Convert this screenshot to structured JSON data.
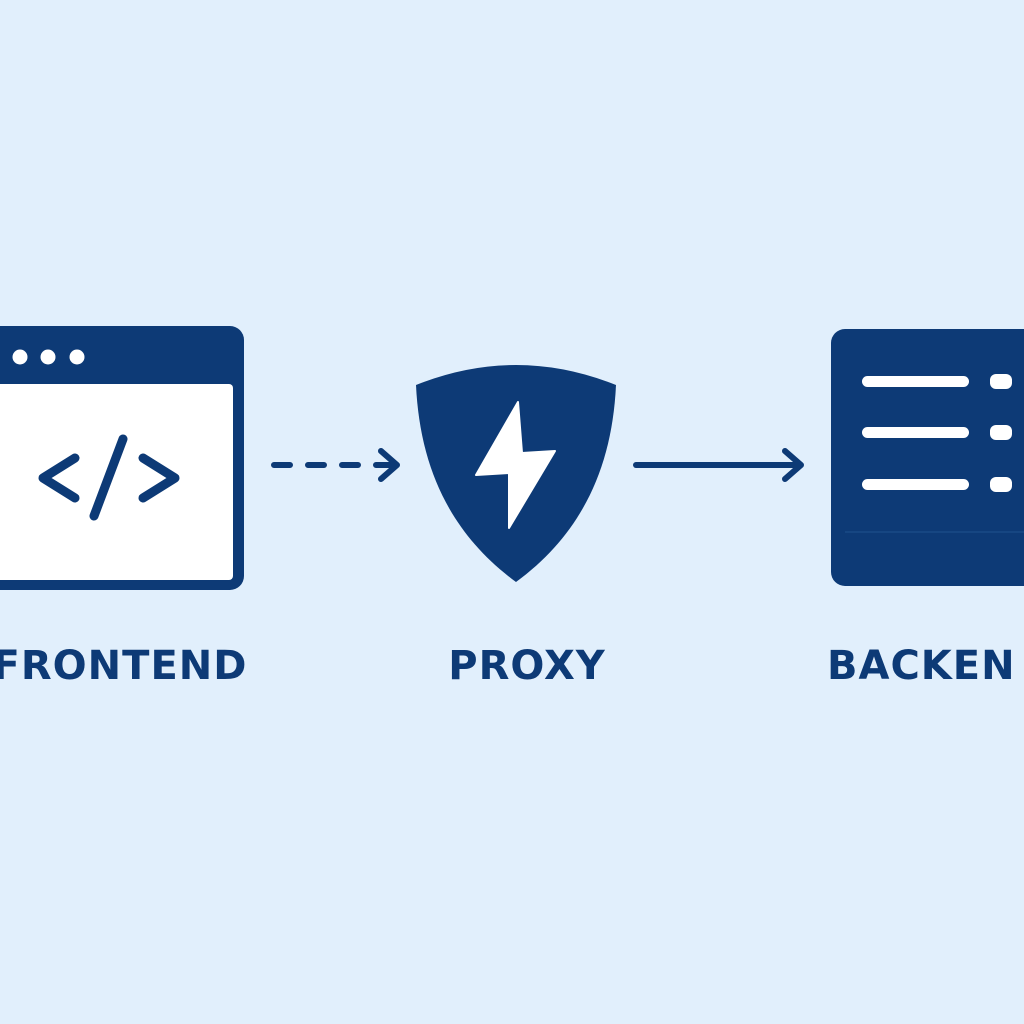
{
  "colors": {
    "background": "#e1effc",
    "primary": "#0d3a76",
    "window_body": "#ffffff"
  },
  "nodes": [
    {
      "id": "frontend",
      "label": "FRONTEND",
      "icon": "browser-code-icon"
    },
    {
      "id": "proxy",
      "label": "PROXY",
      "icon": "shield-lightning-icon"
    },
    {
      "id": "backend",
      "label": "BACKEN",
      "icon": "server-list-icon"
    }
  ],
  "edges": [
    {
      "from": "frontend",
      "to": "proxy",
      "style": "dashed"
    },
    {
      "from": "proxy",
      "to": "backend",
      "style": "solid"
    }
  ]
}
